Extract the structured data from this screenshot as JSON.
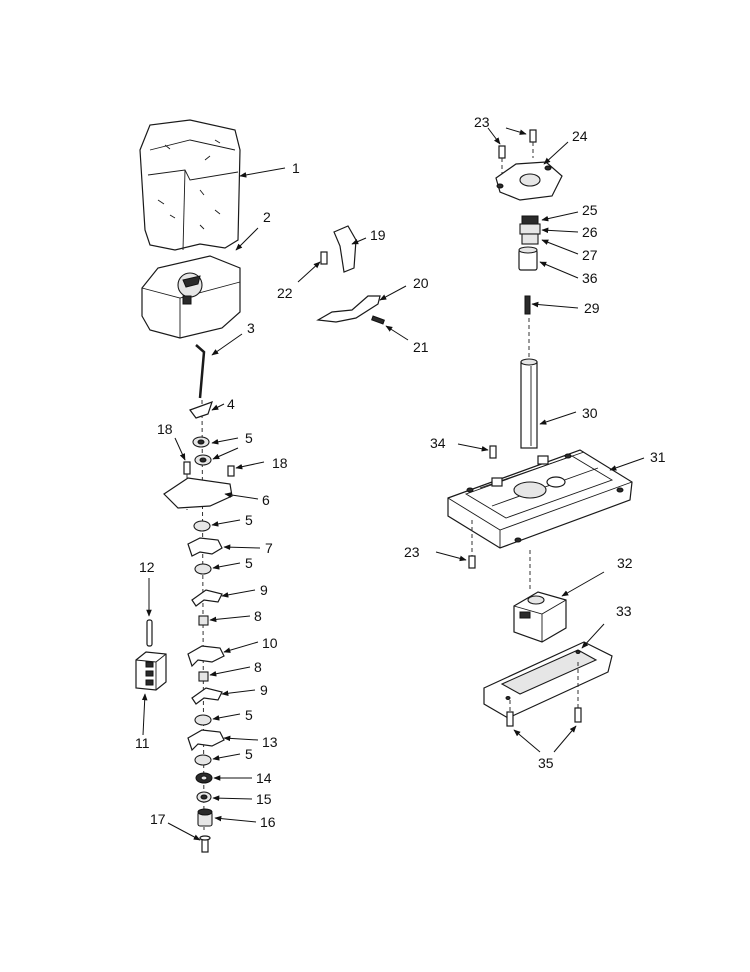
{
  "callouts": {
    "c1": "1",
    "c2": "2",
    "c3": "3",
    "c4": "4",
    "c5a": "5",
    "c5b": "5",
    "c5c": "5",
    "c5d": "5",
    "c5e": "5",
    "c6": "6",
    "c7": "7",
    "c8a": "8",
    "c8b": "8",
    "c9a": "9",
    "c9b": "9",
    "c10": "10",
    "c11": "11",
    "c12": "12",
    "c13": "13",
    "c14": "14",
    "c15": "15",
    "c16": "16",
    "c17": "17",
    "c18a": "18",
    "c18b": "18",
    "c19": "19",
    "c20": "20",
    "c21": "21",
    "c22": "22",
    "c23a": "23",
    "c23b": "23",
    "c24": "24",
    "c25": "25",
    "c26": "26",
    "c27": "27",
    "c29": "29",
    "c30": "30",
    "c31": "31",
    "c32": "32",
    "c33": "33",
    "c34": "34",
    "c35": "35",
    "c36": "36"
  }
}
